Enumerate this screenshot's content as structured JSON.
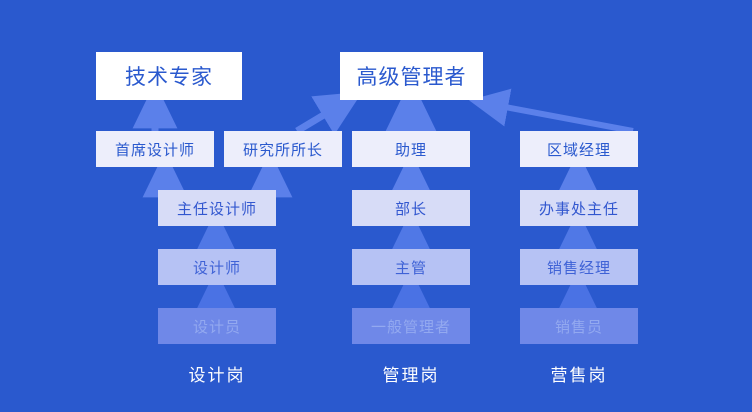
{
  "diagram": {
    "title_top_nodes": [
      {
        "id": "tech-expert",
        "label": "技术专家"
      },
      {
        "id": "senior-manager",
        "label": "高级管理者"
      }
    ],
    "columns": [
      {
        "id": "design",
        "footer_label": "设计岗",
        "nodes": [
          {
            "id": "chief-designer",
            "label": "首席设计师"
          },
          {
            "id": "institute-director",
            "label": "研究所所长"
          },
          {
            "id": "lead-designer",
            "label": "主任设计师"
          },
          {
            "id": "designer",
            "label": "设计师"
          },
          {
            "id": "junior-designer",
            "label": "设计员"
          }
        ]
      },
      {
        "id": "management",
        "footer_label": "管理岗",
        "nodes": [
          {
            "id": "assistant",
            "label": "助理"
          },
          {
            "id": "department-head",
            "label": "部长"
          },
          {
            "id": "supervisor",
            "label": "主管"
          },
          {
            "id": "general-manager",
            "label": "一般管理者"
          }
        ]
      },
      {
        "id": "sales",
        "footer_label": "营售岗",
        "nodes": [
          {
            "id": "regional-manager",
            "label": "区域经理"
          },
          {
            "id": "office-director",
            "label": "办事处主任"
          },
          {
            "id": "sales-manager",
            "label": "销售经理"
          },
          {
            "id": "salesperson",
            "label": "销售员"
          }
        ]
      }
    ],
    "colors": {
      "background": "#2a59ce",
      "top_node_fill": "#ffffff",
      "tier1_fill": "#edeefb",
      "tier2_fill": "#d7dcf7",
      "tier3_fill": "#b6c2f4",
      "tier4_fill": "#6f88e8",
      "arrow_bright": "#5b80ea",
      "arrow_dim": "#4a72e4",
      "label_text": "#ffffff",
      "node_text": "#2a59ce"
    }
  }
}
